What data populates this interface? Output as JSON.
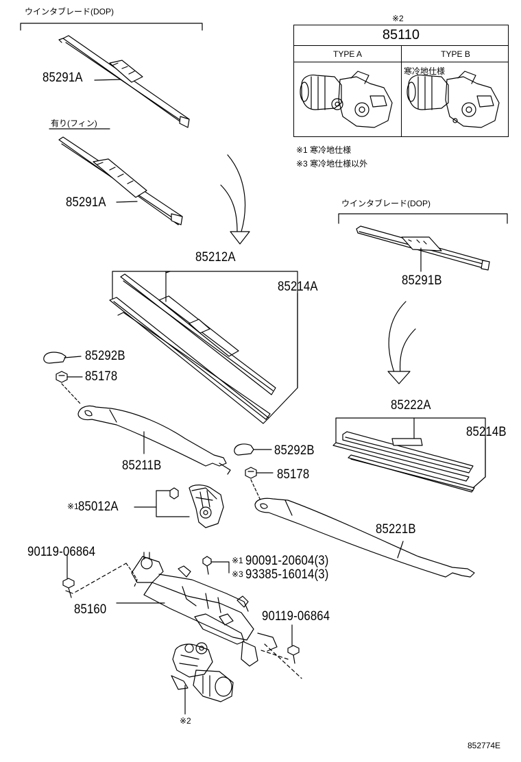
{
  "labels": {
    "winter_blade_top": "ウインタブレード(DOP)",
    "winter_blade_right": "ウインタブレード(DOP)",
    "fin_note": "有り(フィン)",
    "p85291A_1": "85291A",
    "p85291A_2": "85291A",
    "p85291B": "85291B",
    "p85212A": "85212A",
    "p85214A": "85214A",
    "p85292B_1": "85292B",
    "p85178_1": "85178",
    "p85211B": "85211B",
    "p85012A_mark": "※1",
    "p85012A": "85012A",
    "p85222A": "85222A",
    "p85214B": "85214B",
    "p85292B_2": "85292B",
    "p85178_2": "85178",
    "p85221B": "85221B",
    "p90119_1": "90119-06864",
    "p90119_2": "90119-06864",
    "p90091_mark": "※1",
    "p90091": "90091-20604(3)",
    "p93385_mark": "※3",
    "p93385": "93385-16014(3)",
    "p85160": "85160",
    "motor_mark": "※2",
    "diagram_id": "852774E"
  },
  "table": {
    "mark": "※2",
    "part_number": "85110",
    "type_a": "TYPE A",
    "type_b": "TYPE B",
    "type_b_note": "寒冷地仕様"
  },
  "notes": {
    "note1": "※1 寒冷地仕様",
    "note3": "※3 寒冷地仕様以外"
  }
}
